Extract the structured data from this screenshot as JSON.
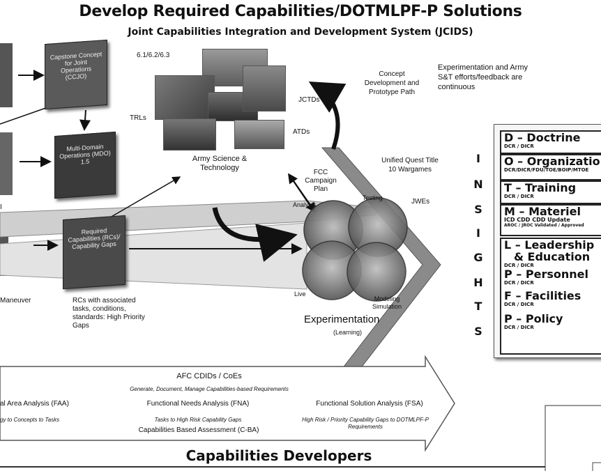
{
  "title": "Develop Required Capabilities/DOTMLPF-P Solutions",
  "subtitle": "Joint Capabilities Integration and Development System (JCIDS)",
  "books": {
    "ccjo": "Capstone Concept for Joint Operations (CCJO)",
    "mdo": "Multi-Domain Operations (MDO) 1.5",
    "rc": "Required Capabilities (RCs)/ Capability Gaps"
  },
  "left_labels": {
    "l1": "I",
    "maneuver": "Maneuver"
  },
  "rc_desc": "RCs with associated tasks, conditions, standards: High Priority Gaps",
  "army_st": {
    "codes": "6.1/6.2/6.3",
    "trls": "TRLs",
    "jctds": "JCTDs",
    "atds": "ATDs",
    "label": "Army Science & Technology"
  },
  "concept_dev": "Concept Development and Prototype Path",
  "continuous": "Experimentation and Army S&T efforts/feedback are continuous",
  "fcc": "FCC Campaign Plan",
  "unified_quest": "Unified Quest Title 10 Wargames",
  "jwes": "JWEs",
  "circles": {
    "analysis": "Analysis",
    "testing": "Testing",
    "live": "Live",
    "modeling": "Modeling Simulation"
  },
  "experimentation": "Experimentation",
  "learning": "(Learning)",
  "insights": [
    "I",
    "N",
    "S",
    "I",
    "G",
    "H",
    "T",
    "S"
  ],
  "dotmlpf": [
    {
      "title": "D – Doctrine",
      "sub": "DCR / DICR"
    },
    {
      "title": "O – Organization",
      "sub": "DCR/DICR/FDU/TOE/BOIP/MTOE"
    },
    {
      "title": "T – Training",
      "sub": "DCR / DICR"
    },
    {
      "title": "M – Materiel",
      "sub": "ICD  CDD  CDD Update",
      "sub2": "AROC / JROC Validated / Approved"
    },
    {
      "title": "L – Leadership",
      "title2": "& Education",
      "sub": "DCR / DICR"
    },
    {
      "title": "P – Personnel",
      "sub": "DCR / DICR"
    },
    {
      "title": "F – Facilities",
      "sub": "DCR / DICR"
    },
    {
      "title": "P – Policy",
      "sub": "DCR / DICR"
    }
  ],
  "cba": {
    "header": "AFC CDIDs / CoEs",
    "generate": "Generate, Document, Manage Capabilities-based Requirements",
    "faa": "al Area Analysis (FAA)",
    "fna": "Functional Needs Analysis (FNA)",
    "fsa": "Functional Solution Analysis (FSA)",
    "faa_desc": "gy to Concepts to Tasks",
    "fna_desc": "Tasks to High Risk Capability Gaps",
    "fsa_desc": "High Risk / Priority Capability Gaps to DOTMLPF-P Requirements",
    "cba_label": "Capabilities Based Assessment (C-BA)"
  },
  "footer": "Capabilities Developers"
}
